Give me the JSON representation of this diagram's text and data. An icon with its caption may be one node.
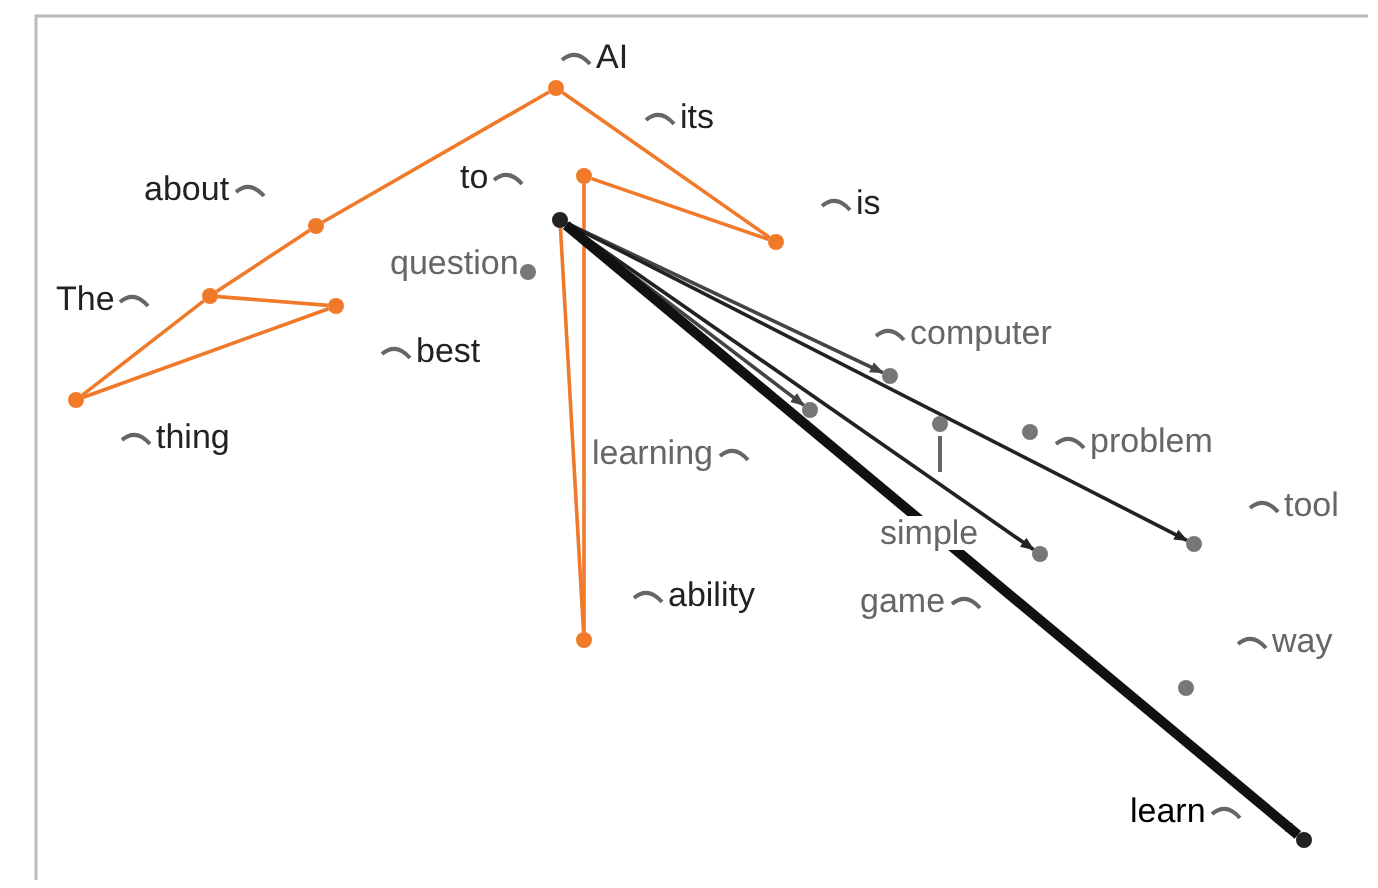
{
  "diagram": {
    "nodes": [
      {
        "text": [],
        "shape": "circle",
        "beside": [
          "AI"
        ]
      },
      {
        "text": [],
        "shape": "circle",
        "beside": [
          "about"
        ]
      },
      {
        "text": [],
        "shape": "circle",
        "beside": [
          "The"
        ]
      },
      {
        "text": [],
        "shape": "circle",
        "beside": [
          "best"
        ]
      },
      {
        "text": [],
        "shape": "circle",
        "beside": [
          "thing"
        ]
      },
      {
        "text": [],
        "shape": "circle",
        "beside": [
          "its"
        ]
      },
      {
        "text": [],
        "shape": "circle",
        "beside": [
          "is"
        ]
      },
      {
        "text": [],
        "shape": "circle",
        "beside": [
          "to"
        ]
      },
      {
        "text": [],
        "shape": "circle",
        "beside": [
          "question"
        ]
      },
      {
        "text": [],
        "shape": "circle",
        "beside": [
          "ability"
        ]
      },
      {
        "text": [],
        "shape": "circle",
        "beside": [
          "learning"
        ]
      },
      {
        "text": [],
        "shape": "circle",
        "beside": [
          "computer"
        ]
      },
      {
        "text": [],
        "shape": "circle",
        "beside": [
          "problem"
        ]
      },
      {
        "text": [],
        "shape": "circle",
        "beside": [
          "tool"
        ]
      },
      {
        "text": [],
        "shape": "circle",
        "beside": [
          "simple"
        ]
      },
      {
        "text": [],
        "shape": "circle",
        "beside": [
          "game"
        ]
      },
      {
        "text": [],
        "shape": "circle",
        "beside": [
          "way"
        ]
      },
      {
        "text": [],
        "shape": "circle",
        "beside": [
          "learn"
        ]
      }
    ],
    "edges": [
      {
        "from": 4,
        "to": 2,
        "arrow": "none"
      },
      {
        "from": 2,
        "to": 1,
        "arrow": "none"
      },
      {
        "from": 1,
        "to": 0,
        "arrow": "none"
      },
      {
        "from": 2,
        "to": 3,
        "arrow": "none"
      },
      {
        "from": 3,
        "to": 4,
        "arrow": "none"
      },
      {
        "from": 0,
        "to": 6,
        "arrow": "none"
      },
      {
        "from": 5,
        "to": 6,
        "arrow": "none"
      },
      {
        "from": 5,
        "to": 9,
        "arrow": "none"
      },
      {
        "from": 7,
        "to": 9,
        "arrow": "none"
      },
      {
        "from": 7,
        "to": 11,
        "arrow": "to",
        "color": "#444444"
      },
      {
        "from": 7,
        "to": 10,
        "arrow": "to",
        "color": "#444444"
      },
      {
        "from": 7,
        "to": 13,
        "arrow": "to",
        "color": "#222222"
      },
      {
        "from": 7,
        "to": 15,
        "arrow": "to",
        "color": "#222222"
      },
      {
        "from": 7,
        "to": 17,
        "arrow": "to",
        "style": "thick",
        "color": "#111111"
      }
    ]
  }
}
